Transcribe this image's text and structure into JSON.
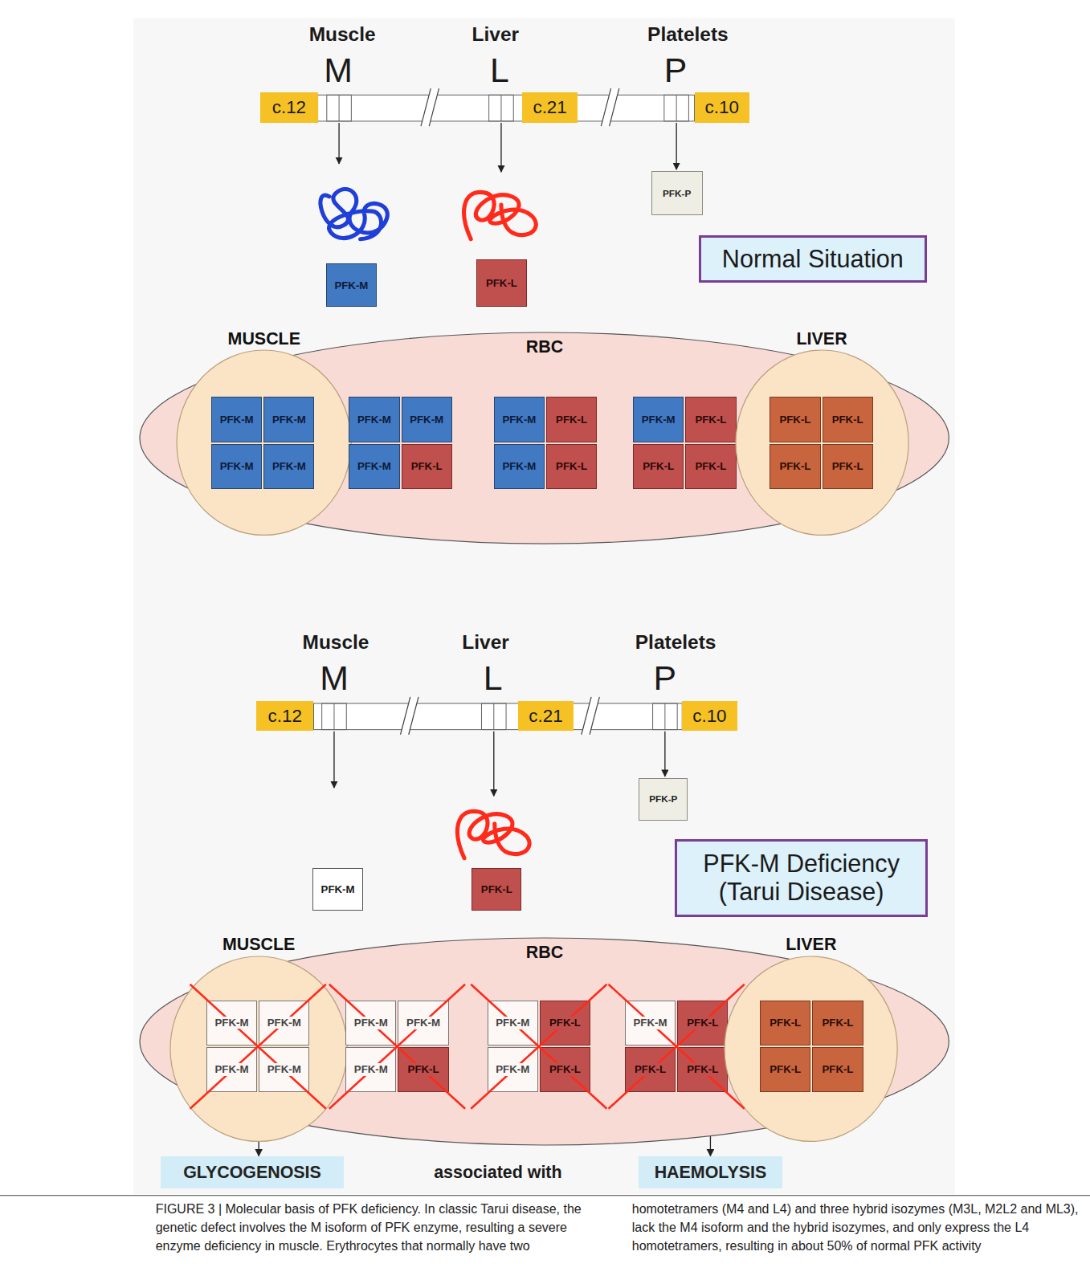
{
  "diagram": {
    "caption": "FIGURE 3 | Molecular basis of PFK deficiency. In classic Tarui disease, the genetic defect involves the M isoform of PFK enzyme, resulting a severe enzyme deficiency in muscle. Erythrocytes that normally have two homotetramers (M4 and L4) and three hybrid isozymes (M3L, M2L2 and ML3), lack the M4 isoform and the hybrid isozymes, and only express the L4 homotetramers, resulting in about 50% of normal PFK activity",
    "nodes": [
      {
        "text": [
          "c.12"
        ]
      },
      {
        "text": [
          "c.21"
        ]
      },
      {
        "text": [
          "c.10"
        ]
      },
      {
        "text": [
          "PFK-P"
        ]
      },
      {
        "text": [
          "Normal Situation"
        ]
      },
      {
        "text": [
          "PFK-M"
        ]
      },
      {
        "text": [
          "PFK-L"
        ]
      },
      {
        "text": [
          "RBC"
        ]
      },
      {
        "text": [
          "MUSCLE"
        ],
        "in": 7
      },
      {
        "text": [
          "PFK-M"
        ],
        "in": 8
      },
      {
        "text": [
          "PFK-M"
        ],
        "in": 8
      },
      {
        "text": [
          "PFK-M"
        ],
        "in": 8
      },
      {
        "text": [
          "PFK-M"
        ],
        "in": 8
      },
      {
        "text": [
          "PFK-M"
        ],
        "in": 7
      },
      {
        "text": [
          "PFK-M"
        ],
        "in": 7
      },
      {
        "text": [
          "PFK-M"
        ],
        "in": 7
      },
      {
        "text": [
          "PFK-L"
        ],
        "in": 7
      },
      {
        "text": [
          "PFK-M"
        ],
        "in": 7
      },
      {
        "text": [
          "PFK-L"
        ],
        "in": 7
      },
      {
        "text": [
          "PFK-M"
        ],
        "in": 7
      },
      {
        "text": [
          "PFK-L"
        ],
        "in": 7
      },
      {
        "text": [
          "PFK-M"
        ],
        "in": 7
      },
      {
        "text": [
          "PFK-L"
        ],
        "in": 7
      },
      {
        "text": [
          "PFK-L"
        ],
        "in": 7
      },
      {
        "text": [
          "PFK-L"
        ],
        "in": 7
      },
      {
        "text": [
          "LIVER"
        ],
        "in": 7
      },
      {
        "text": [
          "PFK-L"
        ],
        "in": 25
      },
      {
        "text": [
          "PFK-L"
        ],
        "in": 25
      },
      {
        "text": [
          "PFK-L"
        ],
        "in": 25
      },
      {
        "text": [
          "PFK-L"
        ],
        "in": 25
      },
      {
        "text": [
          "c.12"
        ]
      },
      {
        "text": [
          "c.21"
        ]
      },
      {
        "text": [
          "c.10"
        ]
      },
      {
        "text": [
          "PFK-P"
        ]
      },
      {
        "text": [
          "PFK-M Deficiency (Tarui Disease)"
        ]
      },
      {
        "text": [
          "PFK-M"
        ]
      },
      {
        "text": [
          "PFK-L"
        ]
      },
      {
        "text": [
          "RBC"
        ]
      },
      {
        "text": [
          "MUSCLE"
        ],
        "in": 37
      },
      {
        "text": [
          "PFK-M"
        ],
        "in": 38
      },
      {
        "text": [
          "PFK-M"
        ],
        "in": 38
      },
      {
        "text": [
          "PFK-M"
        ],
        "in": 38
      },
      {
        "text": [
          "PFK-M"
        ],
        "in": 38
      },
      {
        "text": [
          "PFK-M"
        ],
        "in": 37
      },
      {
        "text": [
          "PFK-M"
        ],
        "in": 37
      },
      {
        "text": [
          "PFK-M"
        ],
        "in": 37
      },
      {
        "text": [
          "PFK-L"
        ],
        "in": 37
      },
      {
        "text": [
          "PFK-M"
        ],
        "in": 37
      },
      {
        "text": [
          "PFK-L"
        ],
        "in": 37
      },
      {
        "text": [
          "PFK-M"
        ],
        "in": 37
      },
      {
        "text": [
          "PFK-L"
        ],
        "in": 37
      },
      {
        "text": [
          "PFK-M"
        ],
        "in": 37
      },
      {
        "text": [
          "PFK-L"
        ],
        "in": 37
      },
      {
        "text": [
          "PFK-L"
        ],
        "in": 37
      },
      {
        "text": [
          "PFK-L"
        ],
        "in": 37
      },
      {
        "text": [
          "LIVER"
        ],
        "in": 37
      },
      {
        "text": [
          "PFK-L"
        ],
        "in": 55
      },
      {
        "text": [
          "PFK-L"
        ],
        "in": 55
      },
      {
        "text": [
          "PFK-L"
        ],
        "in": 55
      },
      {
        "text": [
          "PFK-L"
        ],
        "in": 55
      },
      {
        "text": [
          "GLYCOGENOSIS"
        ]
      },
      {
        "text": [
          "HAEMOLYSIS"
        ]
      }
    ],
    "edges": [
      {
        "from": 38,
        "to": 60,
        "arrow": "to"
      },
      {
        "from": 37,
        "to": 61,
        "arrow": "to"
      }
    ],
    "labels": [
      "Muscle",
      "M",
      "Liver",
      "L",
      "Platelets",
      "P",
      "Muscle",
      "M",
      "Liver",
      "L",
      "Platelets",
      "P",
      "associated with"
    ]
  }
}
